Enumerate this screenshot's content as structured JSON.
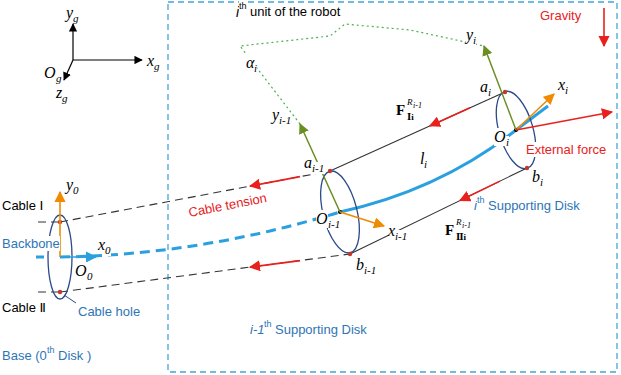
{
  "diagram": {
    "labels": [
      "y",
      "g",
      "x",
      "g",
      "z",
      "g",
      "O",
      "g",
      "Cable Ⅰ",
      "Backbone",
      "y",
      "0",
      "x",
      "0",
      "O",
      "0",
      "Cable Ⅱ",
      "Cable hole",
      "Base (0",
      "th",
      "Disk )",
      "Cable tension",
      "i",
      "th",
      "unit of the robot",
      "Gravity",
      "α",
      "i",
      "y",
      "i",
      "a",
      "i-1",
      "y",
      "i-1",
      "a",
      "i",
      "x",
      "i",
      "O",
      "i",
      "External force",
      "l",
      "i",
      "O",
      "i-1",
      "x",
      "i-1",
      "F",
      "R",
      "i-1",
      "Ⅰi",
      "i",
      "th",
      "Supporting Disk",
      "b",
      "i",
      "F",
      "R",
      "i-1",
      "Ⅱi",
      "b",
      "i-1",
      "i-1",
      "th",
      "Supporting Disk"
    ]
  }
}
